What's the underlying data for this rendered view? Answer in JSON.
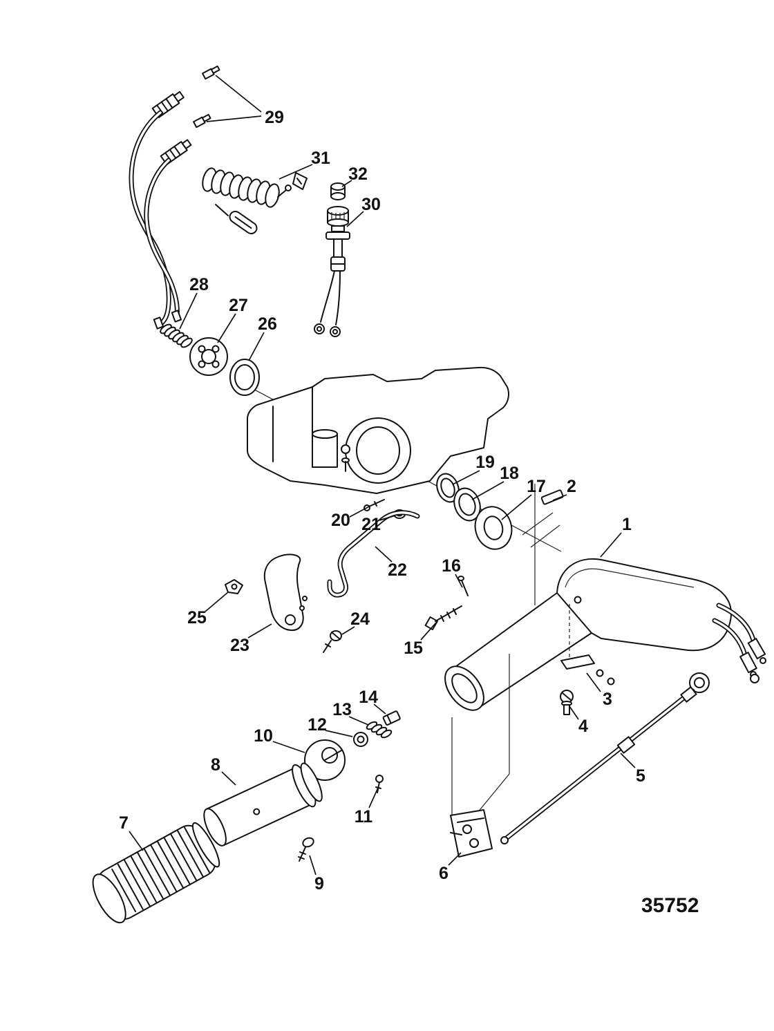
{
  "figure": {
    "number": "35752"
  },
  "colors": {
    "ink": "#111111",
    "background": "#ffffff"
  },
  "callouts": {
    "c1": "1",
    "c2": "2",
    "c3": "3",
    "c4": "4",
    "c5": "5",
    "c6": "6",
    "c7": "7",
    "c8": "8",
    "c9": "9",
    "c10": "10",
    "c11": "11",
    "c12": "12",
    "c13": "13",
    "c14": "14",
    "c15": "15",
    "c16": "16",
    "c17": "17",
    "c18": "18",
    "c19": "19",
    "c20": "20",
    "c21": "21",
    "c22": "22",
    "c23": "23",
    "c24": "24",
    "c25": "25",
    "c26": "26",
    "c27": "27",
    "c28": "28",
    "c29": "29",
    "c30": "30",
    "c31": "31",
    "c32": "32"
  }
}
